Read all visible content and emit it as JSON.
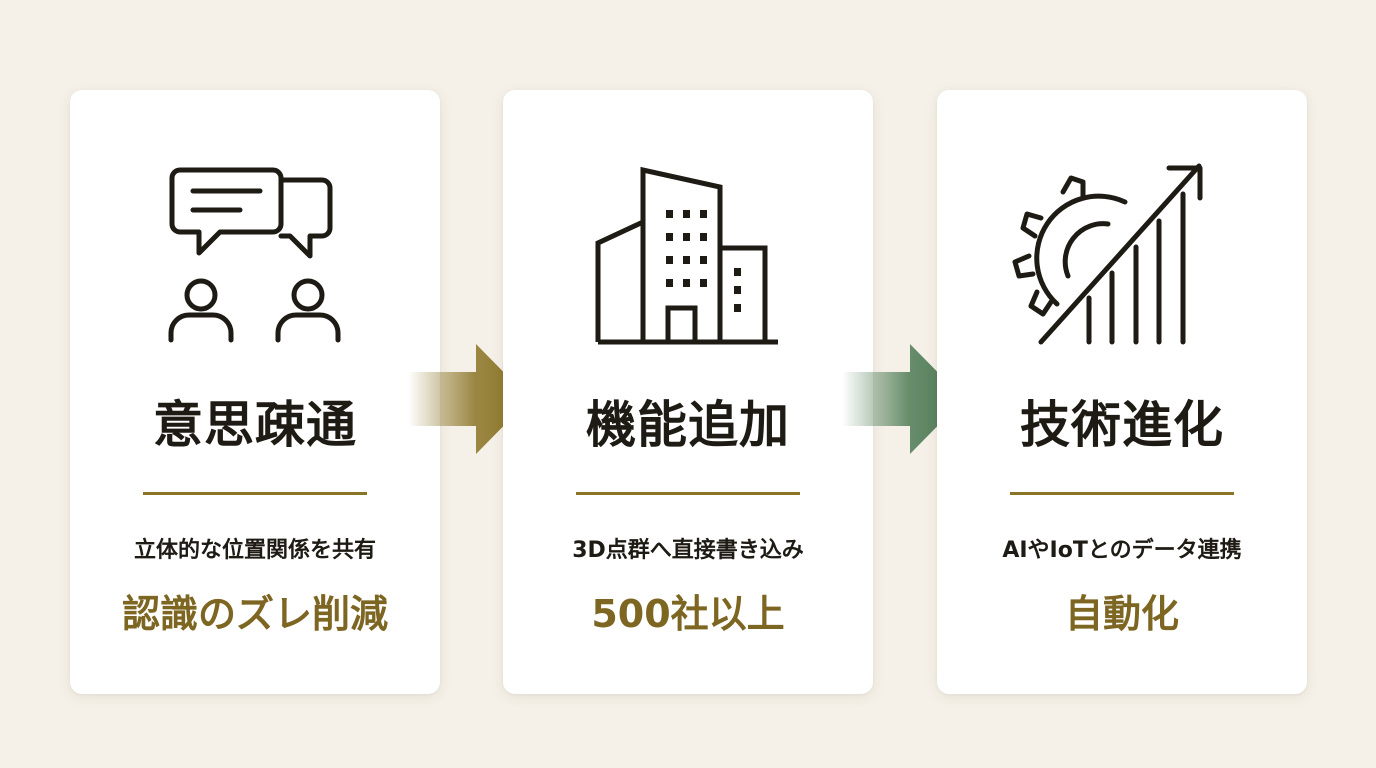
{
  "cards": [
    {
      "icon": "conversation-people-icon",
      "title": "意思疎通",
      "description": "立体的な位置関係を共有",
      "highlight": "認識のズレ削減"
    },
    {
      "icon": "office-building-icon",
      "title": "機能追加",
      "description": "3D点群へ直接書き込み",
      "highlight": "500社以上"
    },
    {
      "icon": "gear-growth-chart-icon",
      "title": "技術進化",
      "description": "AIやIoTとのデータ連携",
      "highlight": "自動化"
    }
  ],
  "arrows": [
    {
      "icon": "right-arrow-icon",
      "color": "#8b7426"
    },
    {
      "icon": "right-arrow-icon",
      "color": "#4e7b55"
    }
  ],
  "colors": {
    "background": "#f5f1e8",
    "card": "#ffffff",
    "text": "#1e1a14",
    "accent_gold": "#7d6522",
    "accent_green": "#4e7b55"
  }
}
